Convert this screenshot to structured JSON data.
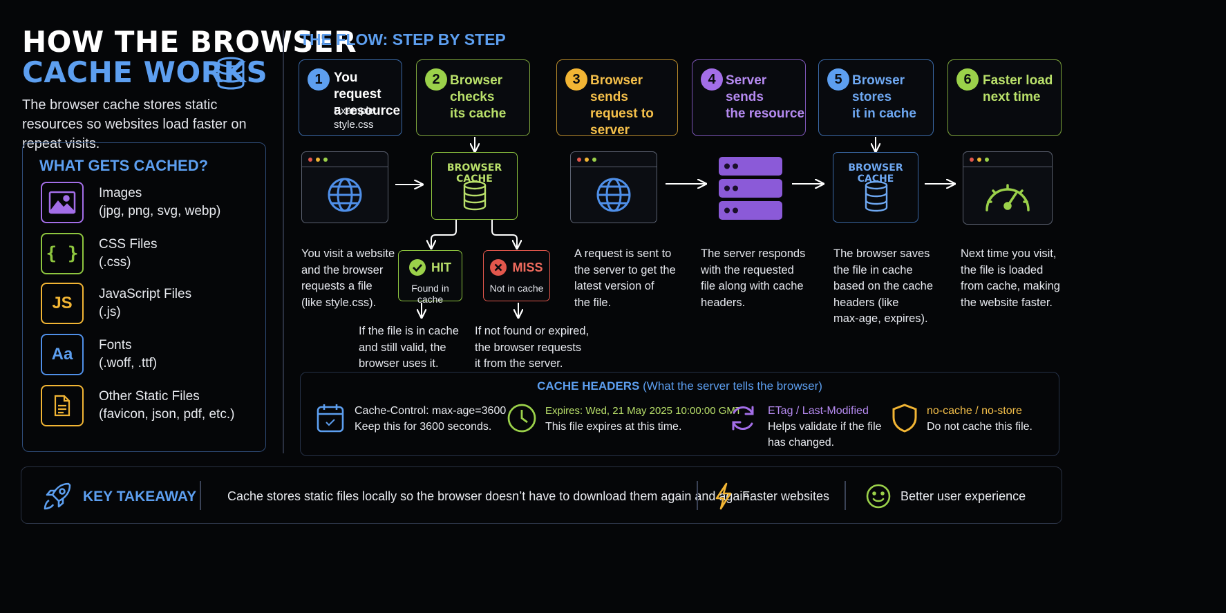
{
  "page": {
    "title_line1": "HOW THE BROWSER",
    "title_line2": "CACHE WORKS",
    "subtitle": "The browser cache stores static resources so websites load faster on repeat visits."
  },
  "cached": {
    "heading": "WHAT GETS CACHED?",
    "items": [
      {
        "name": "Images",
        "detail": "(jpg, png, svg, webp)",
        "icon": "image-icon",
        "color": "#a36ee8"
      },
      {
        "name": "CSS Files",
        "detail": "(.css)",
        "icon": "css-braces-icon",
        "color": "#8ec63f"
      },
      {
        "name": "JavaScript Files",
        "detail": "(.js)",
        "icon": "js-icon",
        "color": "#f2b534",
        "glyph": "JS"
      },
      {
        "name": "Fonts",
        "detail": "(.woff, .ttf)",
        "icon": "font-icon",
        "color": "#4f8fe8",
        "glyph": "Aa"
      },
      {
        "name": "Other Static Files",
        "detail": "(favicon, json, pdf, etc.)",
        "icon": "document-icon",
        "color": "#f2b534"
      }
    ]
  },
  "flow": {
    "title": "THE FLOW: STEP BY STEP",
    "steps": [
      {
        "num": "1",
        "line1": "You request",
        "line2": "a resource",
        "ex1": "Example:",
        "ex2": "style.css",
        "color": "#5d9ff0",
        "text_color": "#ffffff"
      },
      {
        "num": "2",
        "line1": "Browser checks",
        "line2": "its cache",
        "color": "#9bd14a",
        "text_color": "#b9e06a"
      },
      {
        "num": "3",
        "line1": "Browser sends",
        "line2": "request to server",
        "color": "#f2b534",
        "text_color": "#f5c04a"
      },
      {
        "num": "4",
        "line1": "Server sends",
        "line2": "the resource",
        "color": "#a36ee8",
        "text_color": "#b58af0"
      },
      {
        "num": "5",
        "line1": "Browser stores",
        "line2": "it in cache",
        "color": "#5d9ff0",
        "text_color": "#6ea8f2"
      },
      {
        "num": "6",
        "line1": "Faster load",
        "line2": "next time",
        "color": "#9bd14a",
        "text_color": "#b9e06a"
      }
    ],
    "cache_label": "BROWSER CACHE",
    "hit": {
      "title": "HIT",
      "sub": "Found in cache",
      "desc": [
        "If the file is in cache",
        "and still valid, the",
        "browser uses it."
      ]
    },
    "miss": {
      "title": "MISS",
      "sub": "Not in cache",
      "desc": [
        "If not found or expired,",
        "the browser requests",
        "it from the server."
      ]
    },
    "descriptions": [
      [
        "You visit a website",
        "and the browser",
        "requests a file",
        "(like style.css)."
      ],
      [
        "A request is sent to",
        "the server to get the",
        "latest version of",
        "the file."
      ],
      [
        "The server responds",
        "with the requested",
        "file along with cache",
        "headers."
      ],
      [
        "The browser saves",
        "the file in cache",
        "based on the cache",
        "headers (like",
        "max-age, expires)."
      ],
      [
        "Next time you visit,",
        "the file is loaded",
        "from cache, making",
        "the website faster."
      ]
    ]
  },
  "headers": {
    "title_bold": "CACHE HEADERS",
    "title_rest": "(What the server tells the browser)",
    "items": [
      {
        "name": "Cache-Control: max-age=3600",
        "desc": [
          "Keep this for 3600 seconds."
        ],
        "icon": "calendar-icon",
        "color": "#5d9ff0",
        "name_color": "#e8eaef"
      },
      {
        "name": "Expires: Wed, 21 May 2025 10:00:00 GMT",
        "desc": [
          "This file expires at this time."
        ],
        "icon": "clock-icon",
        "color": "#9bd14a",
        "name_color": "#b9e06a"
      },
      {
        "name": "ETag / Last-Modified",
        "desc": [
          "Helps validate if the file",
          "has changed."
        ],
        "icon": "refresh-icon",
        "color": "#a36ee8",
        "name_color": "#b58af0"
      },
      {
        "name": "no-cache / no-store",
        "desc": [
          "Do not cache this file."
        ],
        "icon": "shield-icon",
        "color": "#f2b534",
        "name_color": "#f5c04a"
      }
    ]
  },
  "takeaway": {
    "label": "KEY TAKEAWAY",
    "text": "Cache stores static files locally so the browser doesn’t have to download them again and again.",
    "benefit1": "Faster websites",
    "benefit2": "Better user experience"
  },
  "colors": {
    "accent_blue": "#5d9ff0",
    "green": "#9bd14a",
    "yellow": "#f2b534",
    "purple": "#a36ee8",
    "red": "#e2574c"
  }
}
